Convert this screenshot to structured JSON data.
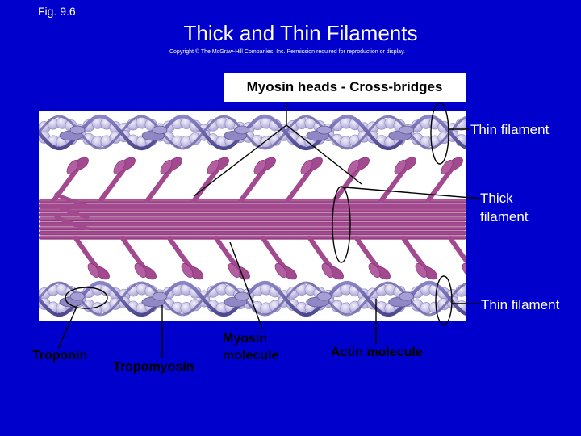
{
  "fig_label": "Fig. 9.6",
  "title": "Thick and Thin Filaments",
  "copyright": "Copyright © The McGraw-Hill Companies, Inc. Permission required for reproduction or display.",
  "myosin_heads_label": "Myosin heads - Cross-bridges",
  "labels": {
    "thin_filament_top": "Thin filament",
    "thick_filament_line1": "Thick",
    "thick_filament_line2": "filament",
    "thin_filament_bottom": "Thin filament",
    "troponin": "Troponin",
    "tropomyosin": "Tropomyosin",
    "myosin_line1": "Myosin",
    "myosin_line2": "molecule",
    "actin": "Actin molecule"
  },
  "colors": {
    "background": "#0000cc",
    "actin_bead": "#c9c3e6",
    "troponin": "#8f88c4",
    "tropomyosin": "#6a64a8",
    "myosin": "#a2498f",
    "myosin_dark": "#7e2f6e"
  }
}
